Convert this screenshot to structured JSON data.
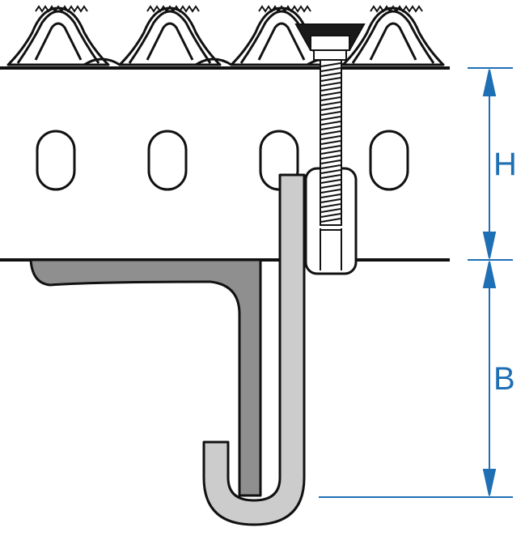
{
  "dimensions": {
    "height_label": "H",
    "bottom_label": "B",
    "dimension_color": "#1f6fb5"
  },
  "colors": {
    "outline": "#111111",
    "hook_fill": "#cccccc",
    "bracket_fill": "#8f8f8f",
    "serration_fill": "#ffffff",
    "screw_head": "#1a1a1a"
  },
  "components": {
    "grating": "serrated-grating",
    "bar": "bearing-bar-with-slots",
    "bracket": "support-angle",
    "hook": "j-hook-clip",
    "screw": "fixing-screw",
    "nut": "threaded-sleeve"
  }
}
